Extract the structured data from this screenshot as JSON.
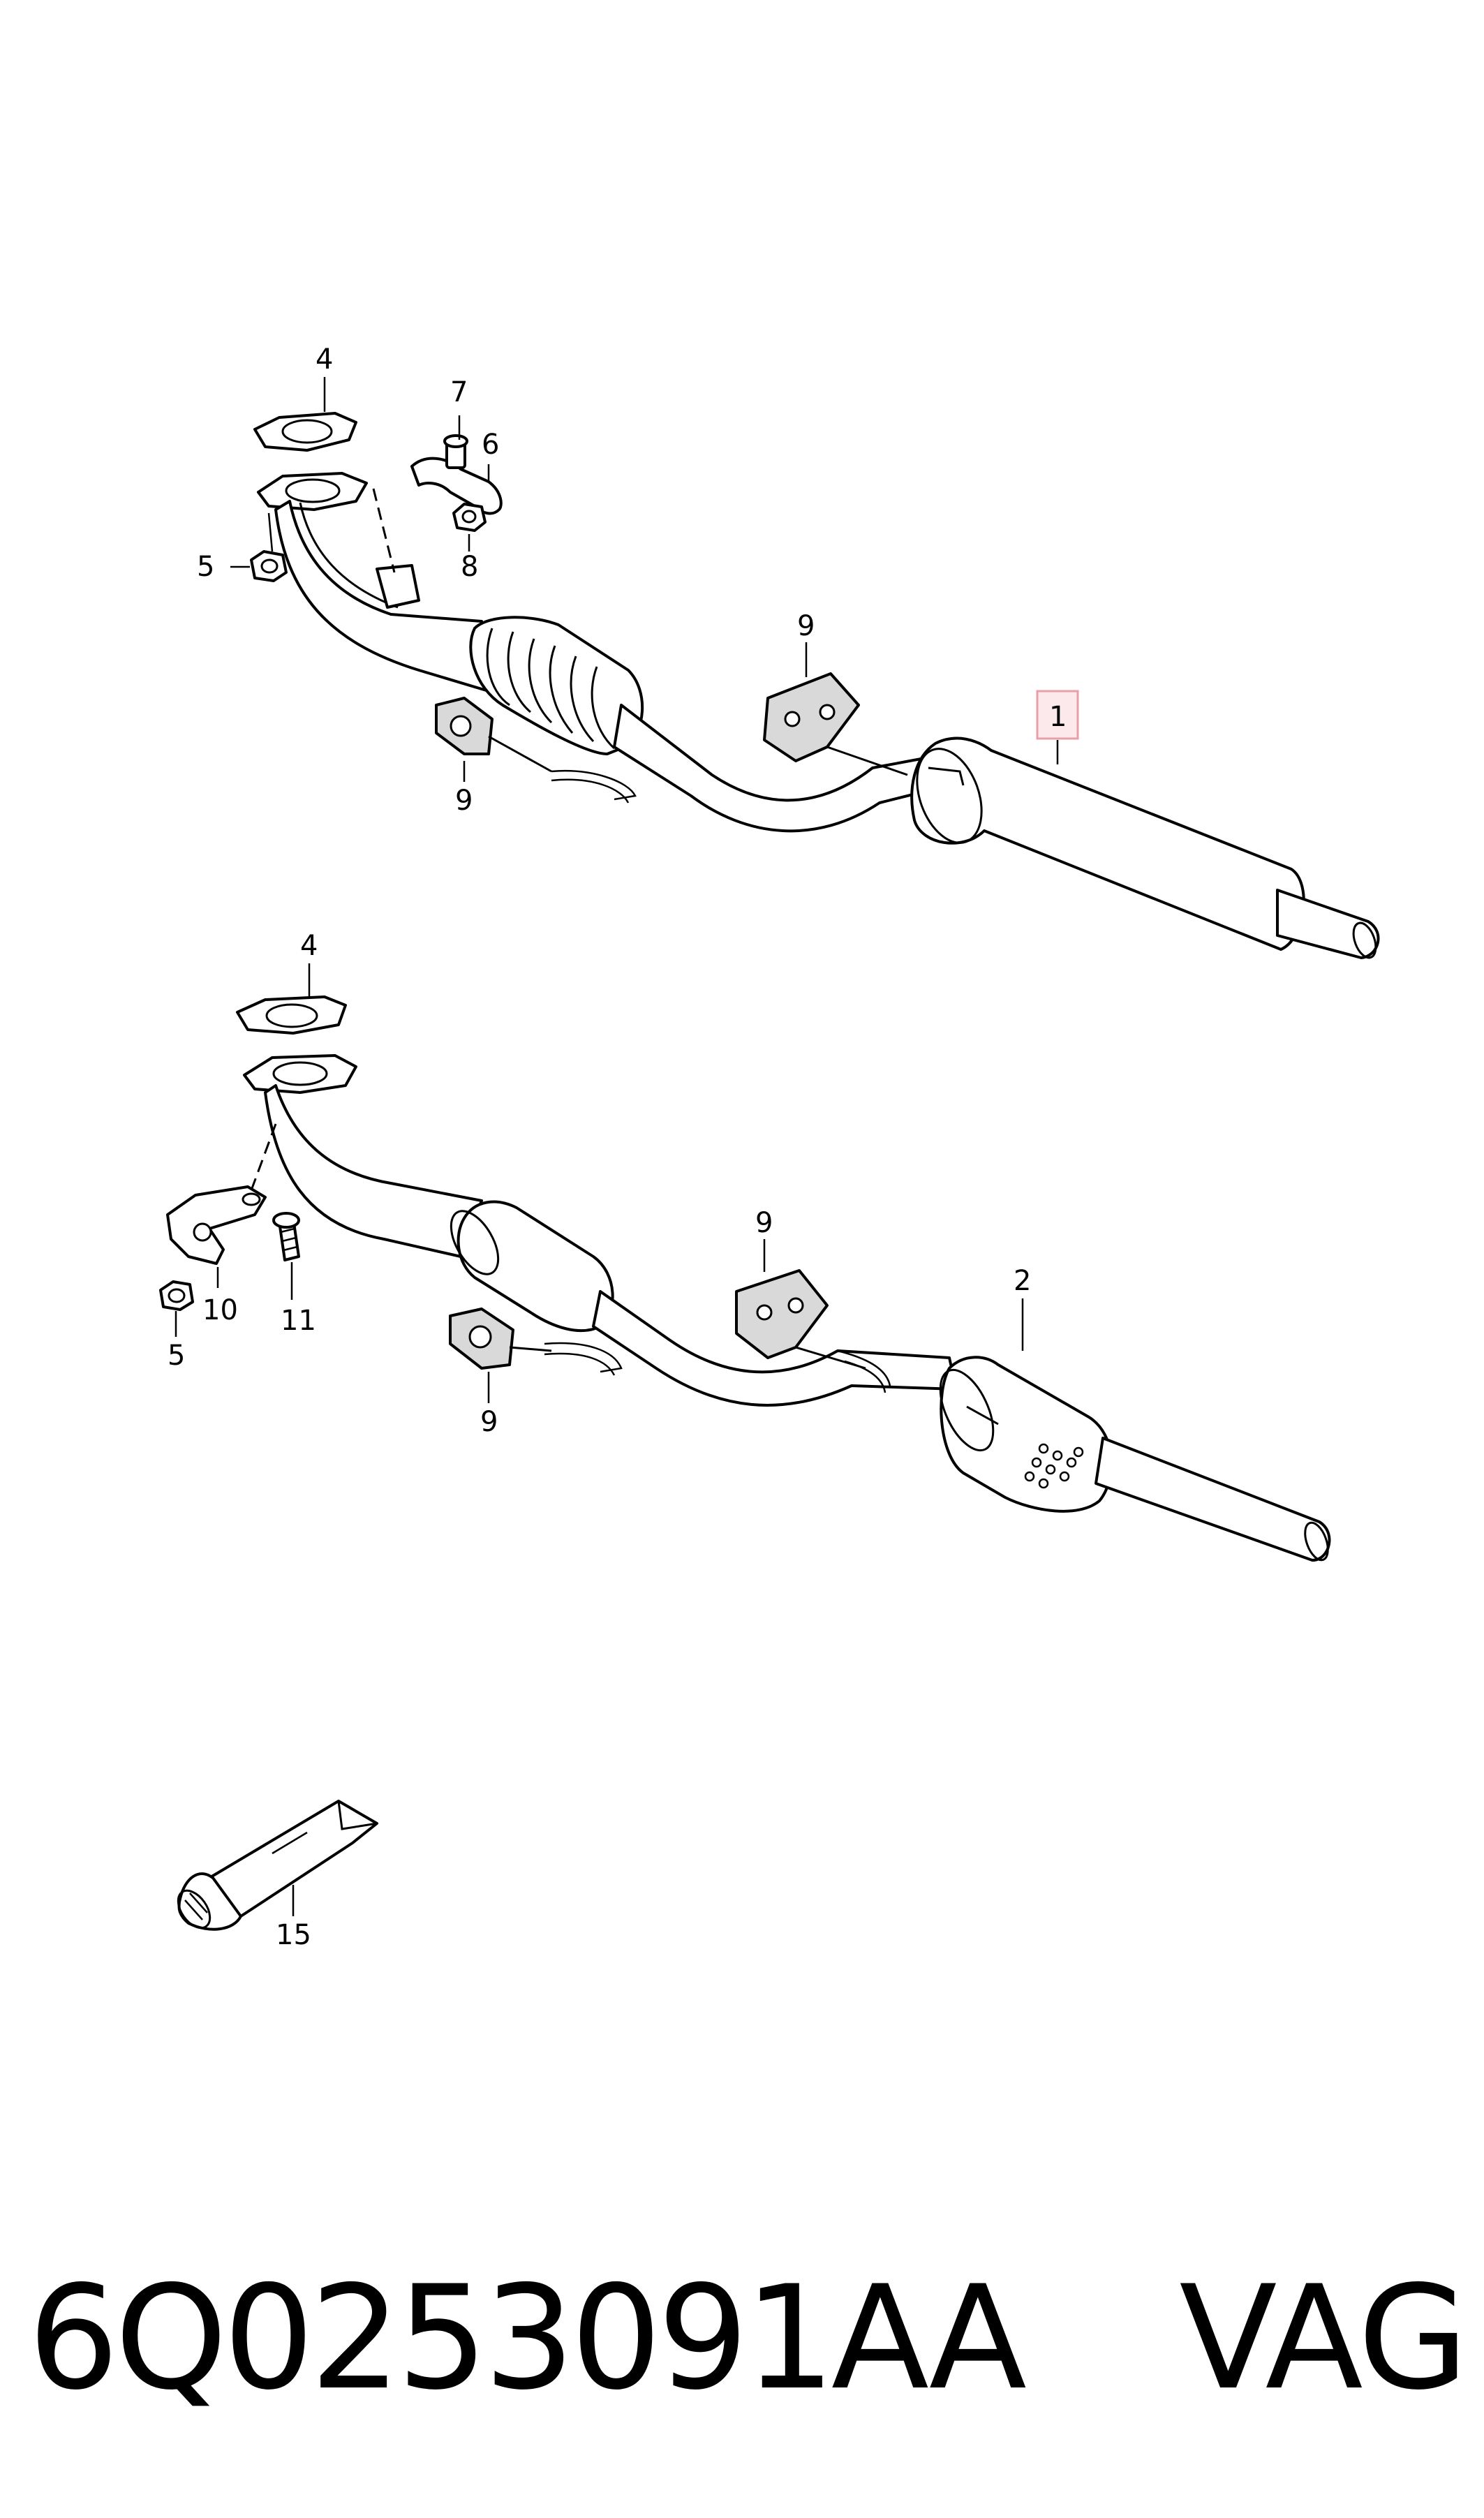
{
  "callouts": {
    "c1": "1",
    "c2": "2",
    "c4a": "4",
    "c4b": "4",
    "c5a": "5",
    "c5b": "5",
    "c6": "6",
    "c7": "7",
    "c8": "8",
    "c9a": "9",
    "c9b": "9",
    "c9c": "9",
    "c9d": "9",
    "c10": "10",
    "c11": "11",
    "c15": "15"
  },
  "footer": {
    "part_number": "6Q0253091AA",
    "brand": "VAG"
  },
  "colors": {
    "highlight_box": "#e8a0a8",
    "line": "#000000",
    "pipe_fill": "#ffffff",
    "gasket_fill": "#d9d9d9"
  }
}
